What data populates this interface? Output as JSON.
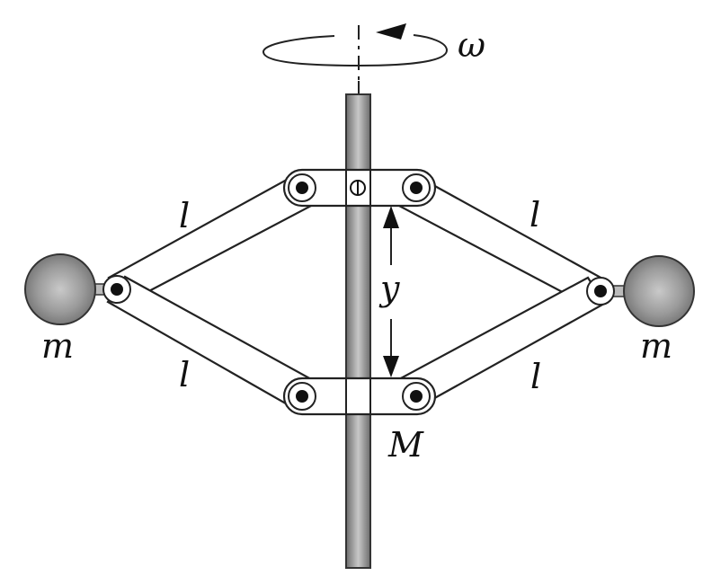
{
  "labels": {
    "omega": "ω",
    "l_upper_left": "l",
    "l_upper_right": "l",
    "l_lower_left": "l",
    "l_lower_right": "l",
    "y": "y",
    "m_left": "m",
    "m_right": "m",
    "M": "M"
  },
  "colors": {
    "line": "#222222",
    "ball": "#8a8a8a",
    "shaft": "#8c8c8c"
  }
}
